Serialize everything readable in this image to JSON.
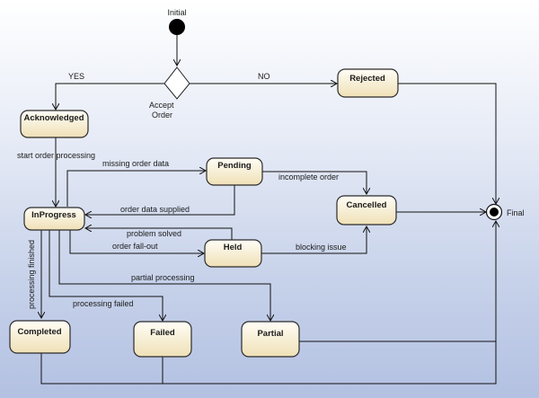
{
  "diagram": {
    "initial_label": "Initial",
    "final_label": "Final",
    "decision_label_line1": "Accept",
    "decision_label_line2": "Order",
    "states": {
      "rejected": "Rejected",
      "acknowledged": "Acknowledged",
      "pending": "Pending",
      "cancelled": "Cancelled",
      "inprogress": "InProgress",
      "held": "Held",
      "completed": "Completed",
      "failed": "Failed",
      "partial": "Partial"
    },
    "transitions": {
      "yes": "YES",
      "no": "NO",
      "start_order_processing": "start order processing",
      "missing_order_data": "missing order data",
      "incomplete_order": "incomplete order",
      "order_data_supplied": "order data supplied",
      "problem_solved": "problem solved",
      "order_fall_out": "order fall-out",
      "blocking_issue": "blocking issue",
      "partial_processing": "partial processing",
      "processing_failed": "processing failed",
      "processing_finished": "processing finished"
    },
    "colors": {
      "state_fill_top": "#fffdf6",
      "state_fill_bottom": "#efe0b6",
      "background_top": "#ffffff",
      "background_bottom": "#b3c1e2"
    }
  }
}
